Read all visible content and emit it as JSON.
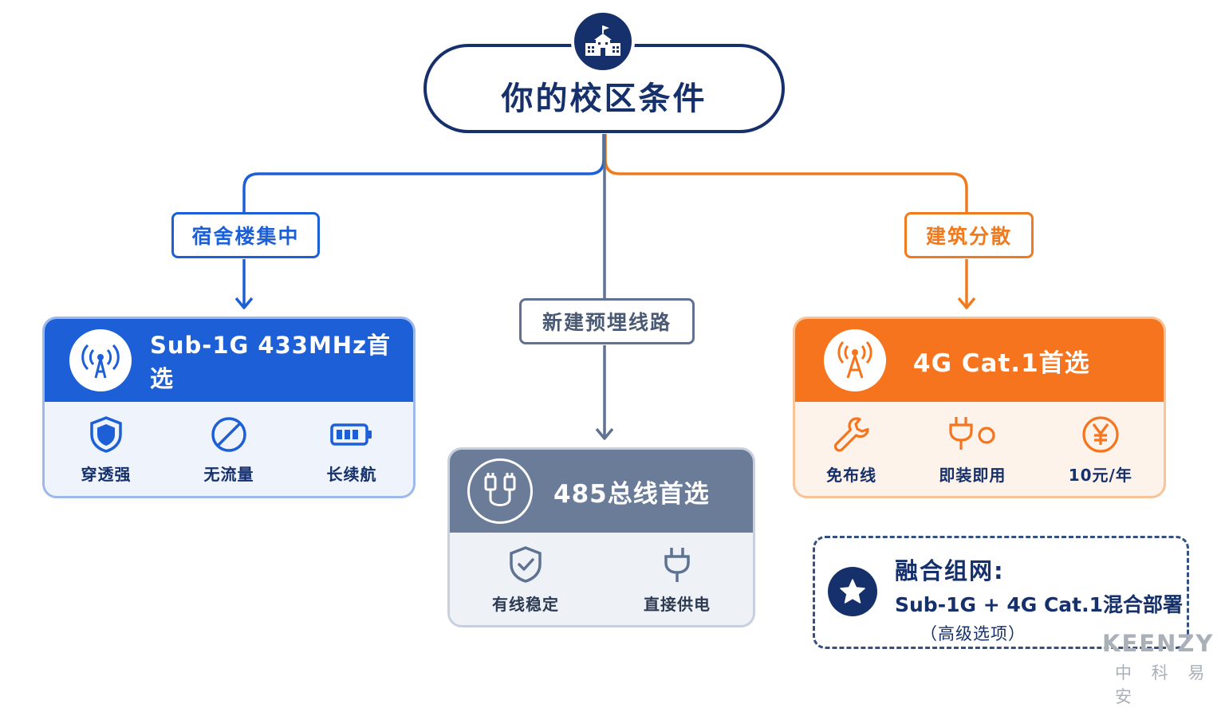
{
  "root": {
    "title": "你的校区条件",
    "icon": "school-building-icon"
  },
  "conditions": {
    "left": "宿舍楼集中",
    "middle": "新建预埋线路",
    "right": "建筑分散"
  },
  "cards": {
    "left": {
      "title": "Sub-1G 433MHz首选",
      "icon": "wireless-tower-icon",
      "features": [
        {
          "label": "穿透强",
          "icon": "shield-icon"
        },
        {
          "label": "无流量",
          "icon": "no-data-icon"
        },
        {
          "label": "长续航",
          "icon": "battery-icon"
        }
      ]
    },
    "middle": {
      "title": "485总线首选",
      "icon": "cable-connector-icon",
      "features": [
        {
          "label": "有线稳定",
          "icon": "shield-check-icon"
        },
        {
          "label": "直接供电",
          "icon": "plug-icon"
        }
      ]
    },
    "right": {
      "title": "4G Cat.1首选",
      "icon": "cell-antenna-icon",
      "features": [
        {
          "label": "免布线",
          "icon": "wrench-icon"
        },
        {
          "label": "即装即用",
          "icon": "plug-socket-icon"
        },
        {
          "label": "10元/年",
          "icon": "yen-coin-icon"
        }
      ]
    }
  },
  "fusion": {
    "title": "融合组网:",
    "detail": "Sub-1G + 4G Cat.1混合部署",
    "note": "（高级选项）",
    "icon": "star-icon"
  },
  "brand": {
    "logo": "KEENZY",
    "name": "中 科 易 安"
  },
  "colors": {
    "navy": "#15306a",
    "blue": "#1d5fd6",
    "gray": "#6a7c98",
    "orange": "#f5741d"
  }
}
